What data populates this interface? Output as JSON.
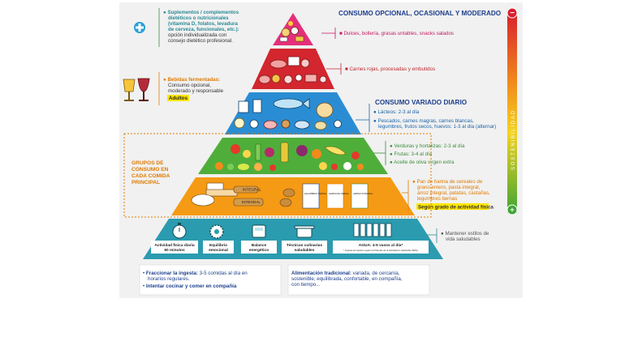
{
  "headers": {
    "opcional": "CONSUMO OPCIONAL, OCASIONAL Y MODERADO",
    "variado": "CONSUMO VARIADO DIARIO"
  },
  "supplements": {
    "title_lines": [
      "Suplementos / complementos",
      "dietéticos o nutricionales",
      "(vitamina D, folatos, levadura",
      "de cerveza, funcionales, etc.):"
    ],
    "body_lines": [
      "opción individualizada con",
      "consejo dietético profesional."
    ]
  },
  "fermented": {
    "title": "Bebidas fermentadas:",
    "body_lines": [
      "Consumo opcional,",
      "moderado y responsable"
    ],
    "badge": "Adultos"
  },
  "grupos_label": [
    "GRUPOS DE",
    "CONSUMO EN",
    "CADA COMIDA",
    "PRINCIPAL"
  ],
  "right_labels": {
    "dulces": "Dulces, bollería, grasas untables, snacks salados",
    "carnes": "Carnes rojas, procesadas y embutidos",
    "lacteos": "Lácteos: 2-3 al día",
    "pescados": [
      "Pescados, carnes magras, carnes blancas,",
      "legumbres, frutos secos, huevos: 1-3 al día (alternar)"
    ],
    "verduras": "Verduras y hortalizas: 2-3 al día",
    "frutas": "Frutas: 3-4 al día",
    "aceite": "Aceite de oliva virgen extra",
    "pan": [
      "Pan de harina de cereales de",
      "grano entero, pasta integral,",
      "arroz integral, patatas, castañas,",
      "legumbres tiernas"
    ],
    "segun": "Según grado de actividad física",
    "mantener": [
      "Mantener estilos de",
      "vida saludables"
    ]
  },
  "sustainability": {
    "word": "SOSTENIBILIDAD",
    "minus": "−",
    "plus": "+"
  },
  "base_items": [
    {
      "label": [
        "Actividad física diaria",
        "60 minutos"
      ],
      "icon": "stopwatch-icon"
    },
    {
      "label": [
        "Equilibrio",
        "emocional"
      ],
      "icon": "gear-icon"
    },
    {
      "label": [
        "Balance",
        "energético"
      ],
      "icon": "scale-icon"
    },
    {
      "label": [
        "Técnicas culinarias",
        "saludables"
      ],
      "icon": "pot-icon"
    },
    {
      "label": [
        "AGUA: 4-6 vasos al día*"
      ],
      "icon": "water-glass-icon"
    }
  ],
  "water_note": "* Ingesta de líquidos según la Pirámide de la Hidratación Saludable SENC",
  "tower_labels": {
    "integral": "INTEGRAL",
    "legumbres": "LEGUMBRES TIERNAS",
    "harina": "HARINA DE CEREAL",
    "arroz": "ARROZ INTEGRAL"
  },
  "bottom_left": {
    "line1_bold": "Fraccionar la ingesta:",
    "line1_rest": " 3-5 comidas al día en",
    "line2": "horarios regulares.",
    "line3_bold": "Intentar cocinar y comer en compañía"
  },
  "bottom_right": {
    "bold": "Alimentación tradicional:",
    "lines": [
      " variada, de cercanía,",
      "sostenible, equilibrada, confortable, en compañía,",
      "con tiempo..."
    ]
  },
  "colors": {
    "pink": "#e4307a",
    "red": "#d3262e",
    "blue": "#2a8dd3",
    "green": "#4fae3a",
    "orange": "#f59a14",
    "teal": "#2b9bb0",
    "navy": "#1d3f8c"
  }
}
